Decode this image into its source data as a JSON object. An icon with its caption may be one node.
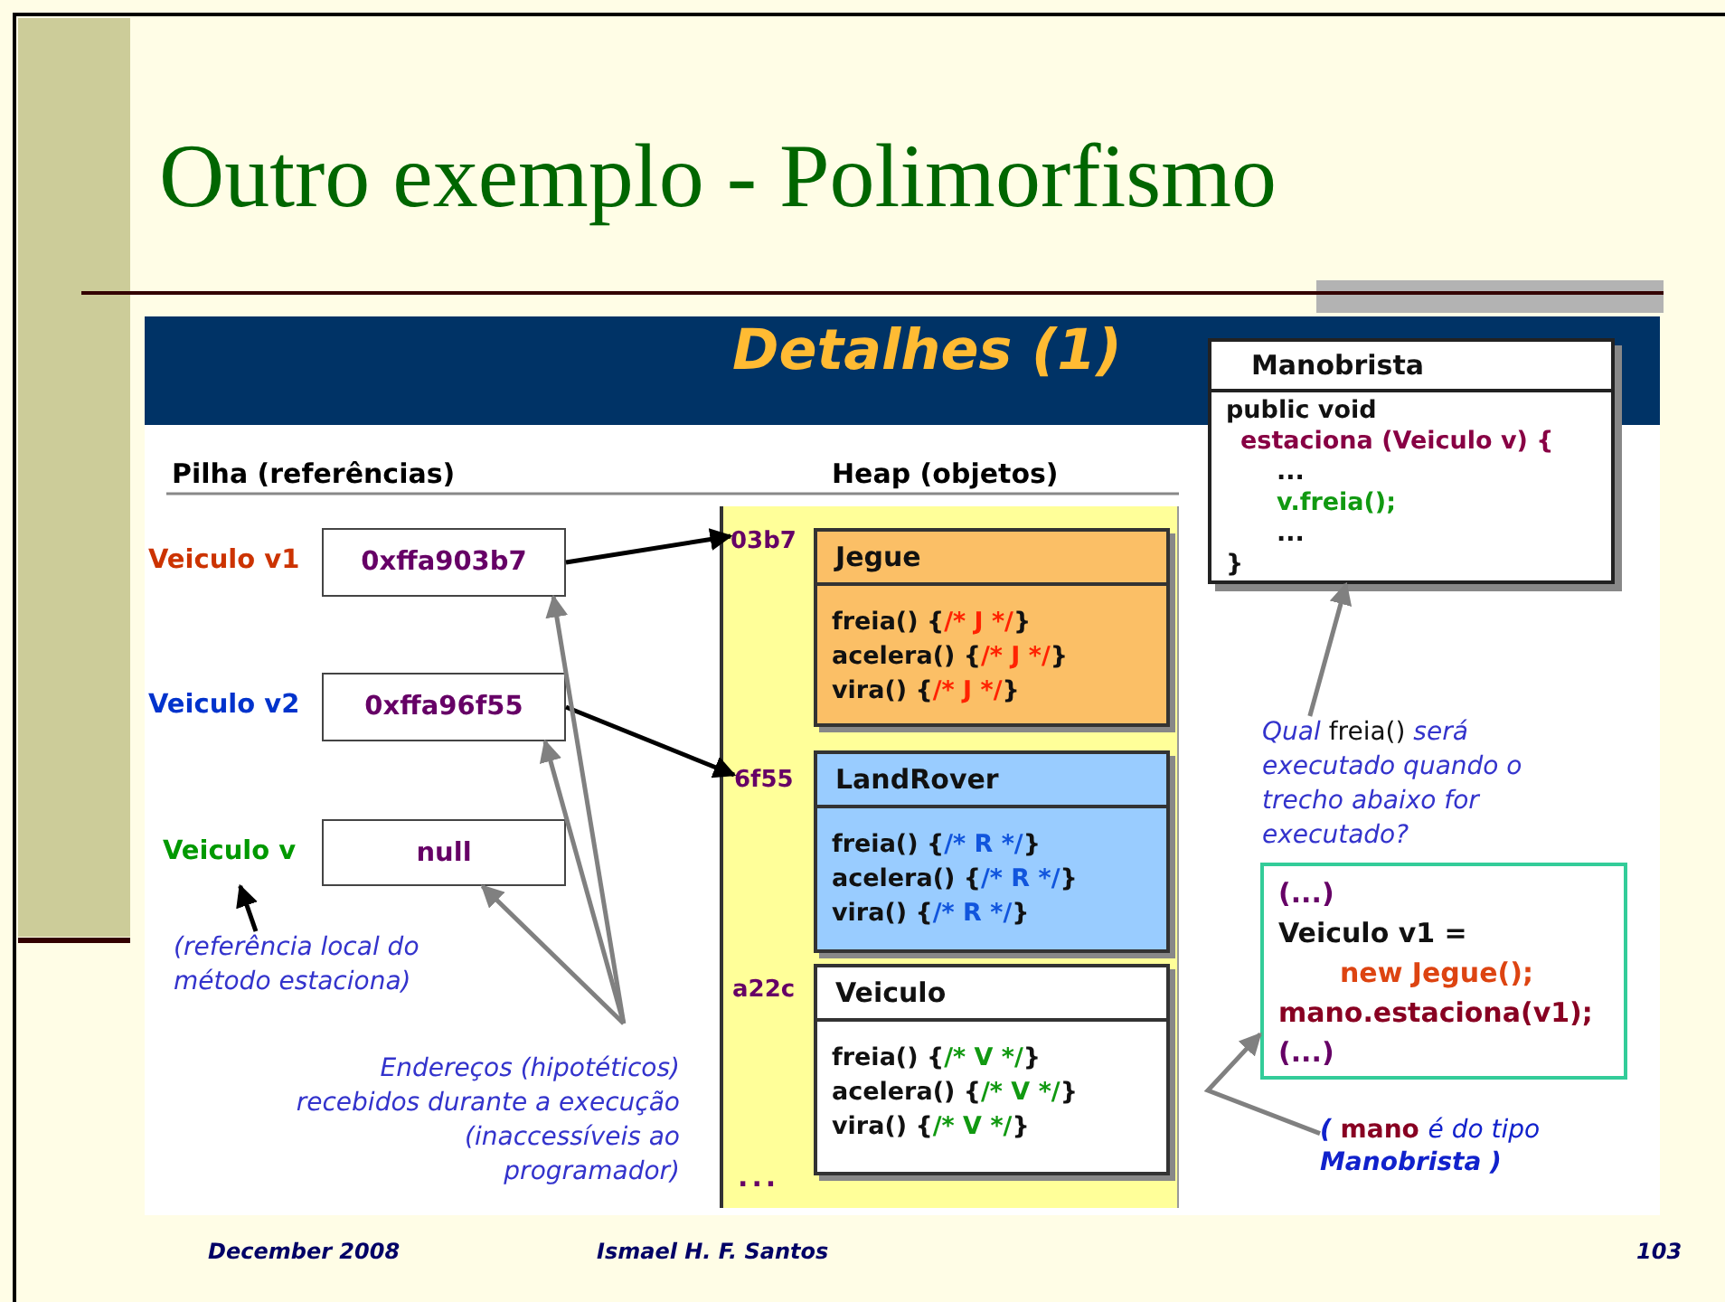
{
  "diagram": {
    "title": "Outro exemplo - Polimorfismo",
    "nodes": [
      {
        "text": [
          "Veiculo v1",
          "0xffa903b7"
        ]
      },
      {
        "text": [
          "Veiculo v2",
          "0xffa96f55"
        ]
      },
      {
        "text": [
          "Veiculo v",
          "null"
        ]
      },
      {
        "text": [
          "(referência local do método estaciona)"
        ]
      },
      {
        "text": [
          "Endereços (hipotéticos) recebidos durante a execução (inaccessíveis ao programador)"
        ]
      },
      {
        "text": [
          "Heap (objetos)"
        ]
      },
      {
        "text": [
          "03b7"
        ],
        "in": 5
      },
      {
        "text": [
          "Jegue",
          "freia() {/* J */}",
          "acelera() {/* J */}",
          "vira() {/* J */}"
        ],
        "in": 5
      },
      {
        "text": [
          "6f55"
        ],
        "in": 5
      },
      {
        "text": [
          "LandRover",
          "freia() {/* R */}",
          "acelera() {/* R */}",
          "vira() {/* R */}"
        ],
        "in": 5
      },
      {
        "text": [
          "a22c"
        ],
        "in": 5
      },
      {
        "text": [
          "Veiculo",
          "freia() {/* V */}",
          "acelera() {/* V */}",
          "vira() {/* V */}"
        ],
        "in": 5
      },
      {
        "text": [
          "Manobrista",
          "public void",
          "estaciona (Veiculo v) {",
          "...",
          "v.freia();",
          "...",
          "}"
        ]
      },
      {
        "text": [
          "*Qual* freia() *será executado quando o trecho abaixo for executado?*"
        ]
      },
      {
        "text": [
          "(...)",
          "Veiculo v1 =",
          "new Jegue();",
          "mano.estaciona(v1);",
          "(...)"
        ]
      },
      {
        "text": [
          "( mano *é do tipo* *Manobrista* )"
        ]
      }
    ],
    "edges": [
      {
        "from": 0,
        "to": 6,
        "arrow": "to",
        "color": "#000000"
      },
      {
        "from": 1,
        "to": 8,
        "arrow": "to",
        "color": "#000000"
      },
      {
        "from": 3,
        "to": 2,
        "arrow": "to",
        "color": "#000000"
      },
      {
        "from": 4,
        "to": 0,
        "arrow": "to"
      },
      {
        "from": 4,
        "to": 1,
        "arrow": "to"
      },
      {
        "from": 4,
        "to": 2,
        "arrow": "to"
      },
      {
        "from": 13,
        "to": 12,
        "arrow": "to"
      },
      {
        "from": 15,
        "to": 14,
        "arrow": "to"
      }
    ],
    "labels": [
      "Detalhes (1)",
      "Pilha (referências)",
      "...",
      "December 2008",
      "Ismael H. F. Santos",
      "103"
    ]
  }
}
